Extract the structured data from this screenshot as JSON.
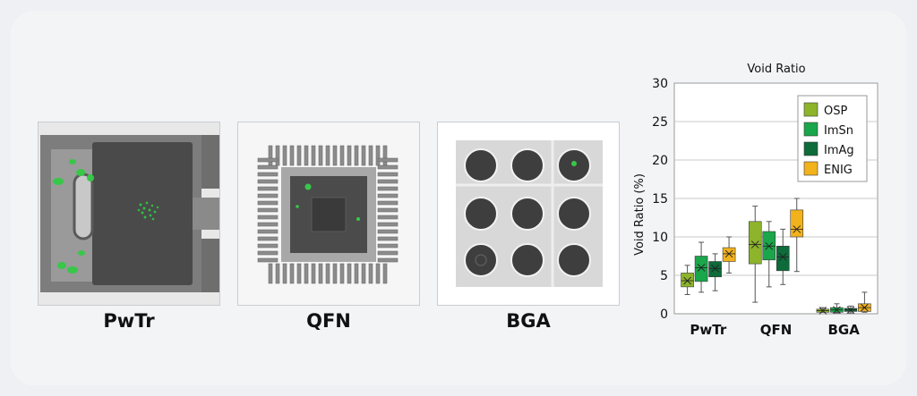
{
  "images": [
    {
      "label": "PwTr",
      "icon": "pwtr-xray-image"
    },
    {
      "label": "QFN",
      "icon": "qfn-xray-image"
    },
    {
      "label": "BGA",
      "icon": "bga-xray-image"
    }
  ],
  "colors": {
    "OSP": "#8db42b",
    "ImSn": "#1aa64a",
    "ImAg": "#0e6b3a",
    "ENIG": "#f2b21c",
    "void_green": "#39c74a"
  },
  "chart_data": {
    "type": "box",
    "title": "Void Ratio",
    "ylabel": "Void Ratio (%)",
    "xlabel": "",
    "ylim": [
      0,
      30
    ],
    "yticks": [
      0,
      5,
      10,
      15,
      20,
      25,
      30
    ],
    "grid": true,
    "legend_position": "top-right",
    "categories": [
      "PwTr",
      "QFN",
      "BGA"
    ],
    "series": [
      {
        "name": "OSP",
        "color": "#8db42b",
        "stats": [
          {
            "min": 2.5,
            "q1": 3.5,
            "median": 4.3,
            "q3": 5.3,
            "max": 6.3,
            "mean": 4.3
          },
          {
            "min": 1.5,
            "q1": 6.5,
            "median": 9.0,
            "q3": 12.0,
            "max": 14.0,
            "mean": 9.0
          },
          {
            "min": 0.2,
            "q1": 0.2,
            "median": 0.4,
            "q3": 0.6,
            "max": 0.8,
            "mean": 0.4
          }
        ]
      },
      {
        "name": "ImSn",
        "color": "#1aa64a",
        "stats": [
          {
            "min": 2.8,
            "q1": 4.2,
            "median": 6.0,
            "q3": 7.5,
            "max": 9.3,
            "mean": 6.0
          },
          {
            "min": 3.5,
            "q1": 7.0,
            "median": 8.8,
            "q3": 10.7,
            "max": 12.0,
            "mean": 8.8
          },
          {
            "min": 0.1,
            "q1": 0.2,
            "median": 0.5,
            "q3": 0.8,
            "max": 1.3,
            "mean": 0.5
          }
        ]
      },
      {
        "name": "ImAg",
        "color": "#0e6b3a",
        "stats": [
          {
            "min": 3.0,
            "q1": 4.8,
            "median": 5.9,
            "q3": 6.8,
            "max": 7.8,
            "mean": 5.9
          },
          {
            "min": 3.8,
            "q1": 5.6,
            "median": 7.4,
            "q3": 8.8,
            "max": 11.0,
            "mean": 7.4
          },
          {
            "min": 0.1,
            "q1": 0.3,
            "median": 0.5,
            "q3": 0.7,
            "max": 1.0,
            "mean": 0.5
          }
        ]
      },
      {
        "name": "ENIG",
        "color": "#f2b21c",
        "stats": [
          {
            "min": 5.3,
            "q1": 6.8,
            "median": 7.8,
            "q3": 8.6,
            "max": 10.0,
            "mean": 7.8
          },
          {
            "min": 5.5,
            "q1": 10.0,
            "median": 11.0,
            "q3": 13.5,
            "max": 15.0,
            "mean": 11.0
          },
          {
            "min": 0.2,
            "q1": 0.3,
            "median": 0.8,
            "q3": 1.3,
            "max": 2.8,
            "mean": 0.8
          }
        ]
      }
    ]
  }
}
